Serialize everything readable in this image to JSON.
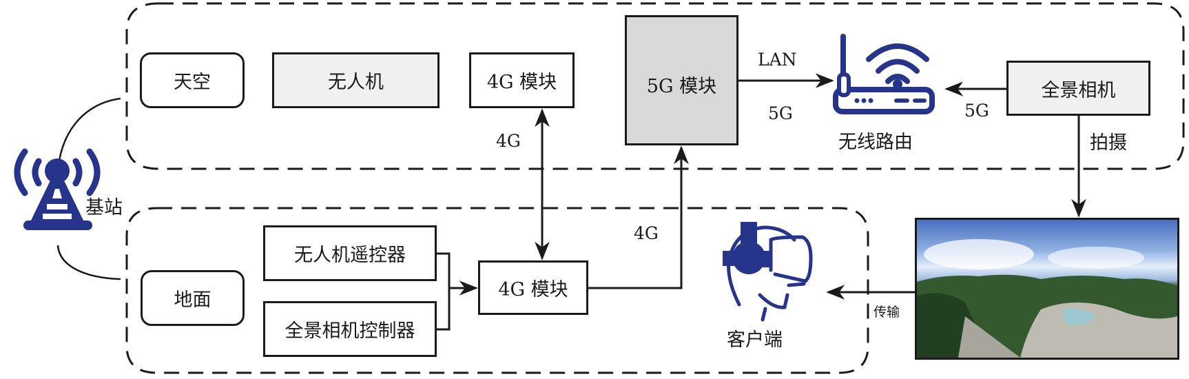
{
  "zones": {
    "sky": "天空",
    "ground": "地面"
  },
  "nodes": {
    "drone": "无人机",
    "sky_4g_module": "4G 模块",
    "sky_5g_module": "5G 模块",
    "router": "无线路由",
    "panoramic_camera": "全景相机",
    "drone_remote": "无人机遥控器",
    "camera_controller": "全景相机控制器",
    "ground_4g_module": "4G 模块",
    "client": "客户端",
    "base_station": "基站"
  },
  "edges": {
    "lan_label": "LAN",
    "fiveg_under_lan": "5G",
    "camera_to_router": "5G",
    "capture": "拍摄",
    "sky_ground_4g": "4G",
    "ground_to_5g": "4G",
    "transmit": "传输"
  },
  "colors": {
    "icon_blue": "#27348b",
    "line": "#1a1a1a",
    "drone_fill": "#f0f0f0",
    "module5g_fill": "#d9d9d9"
  }
}
